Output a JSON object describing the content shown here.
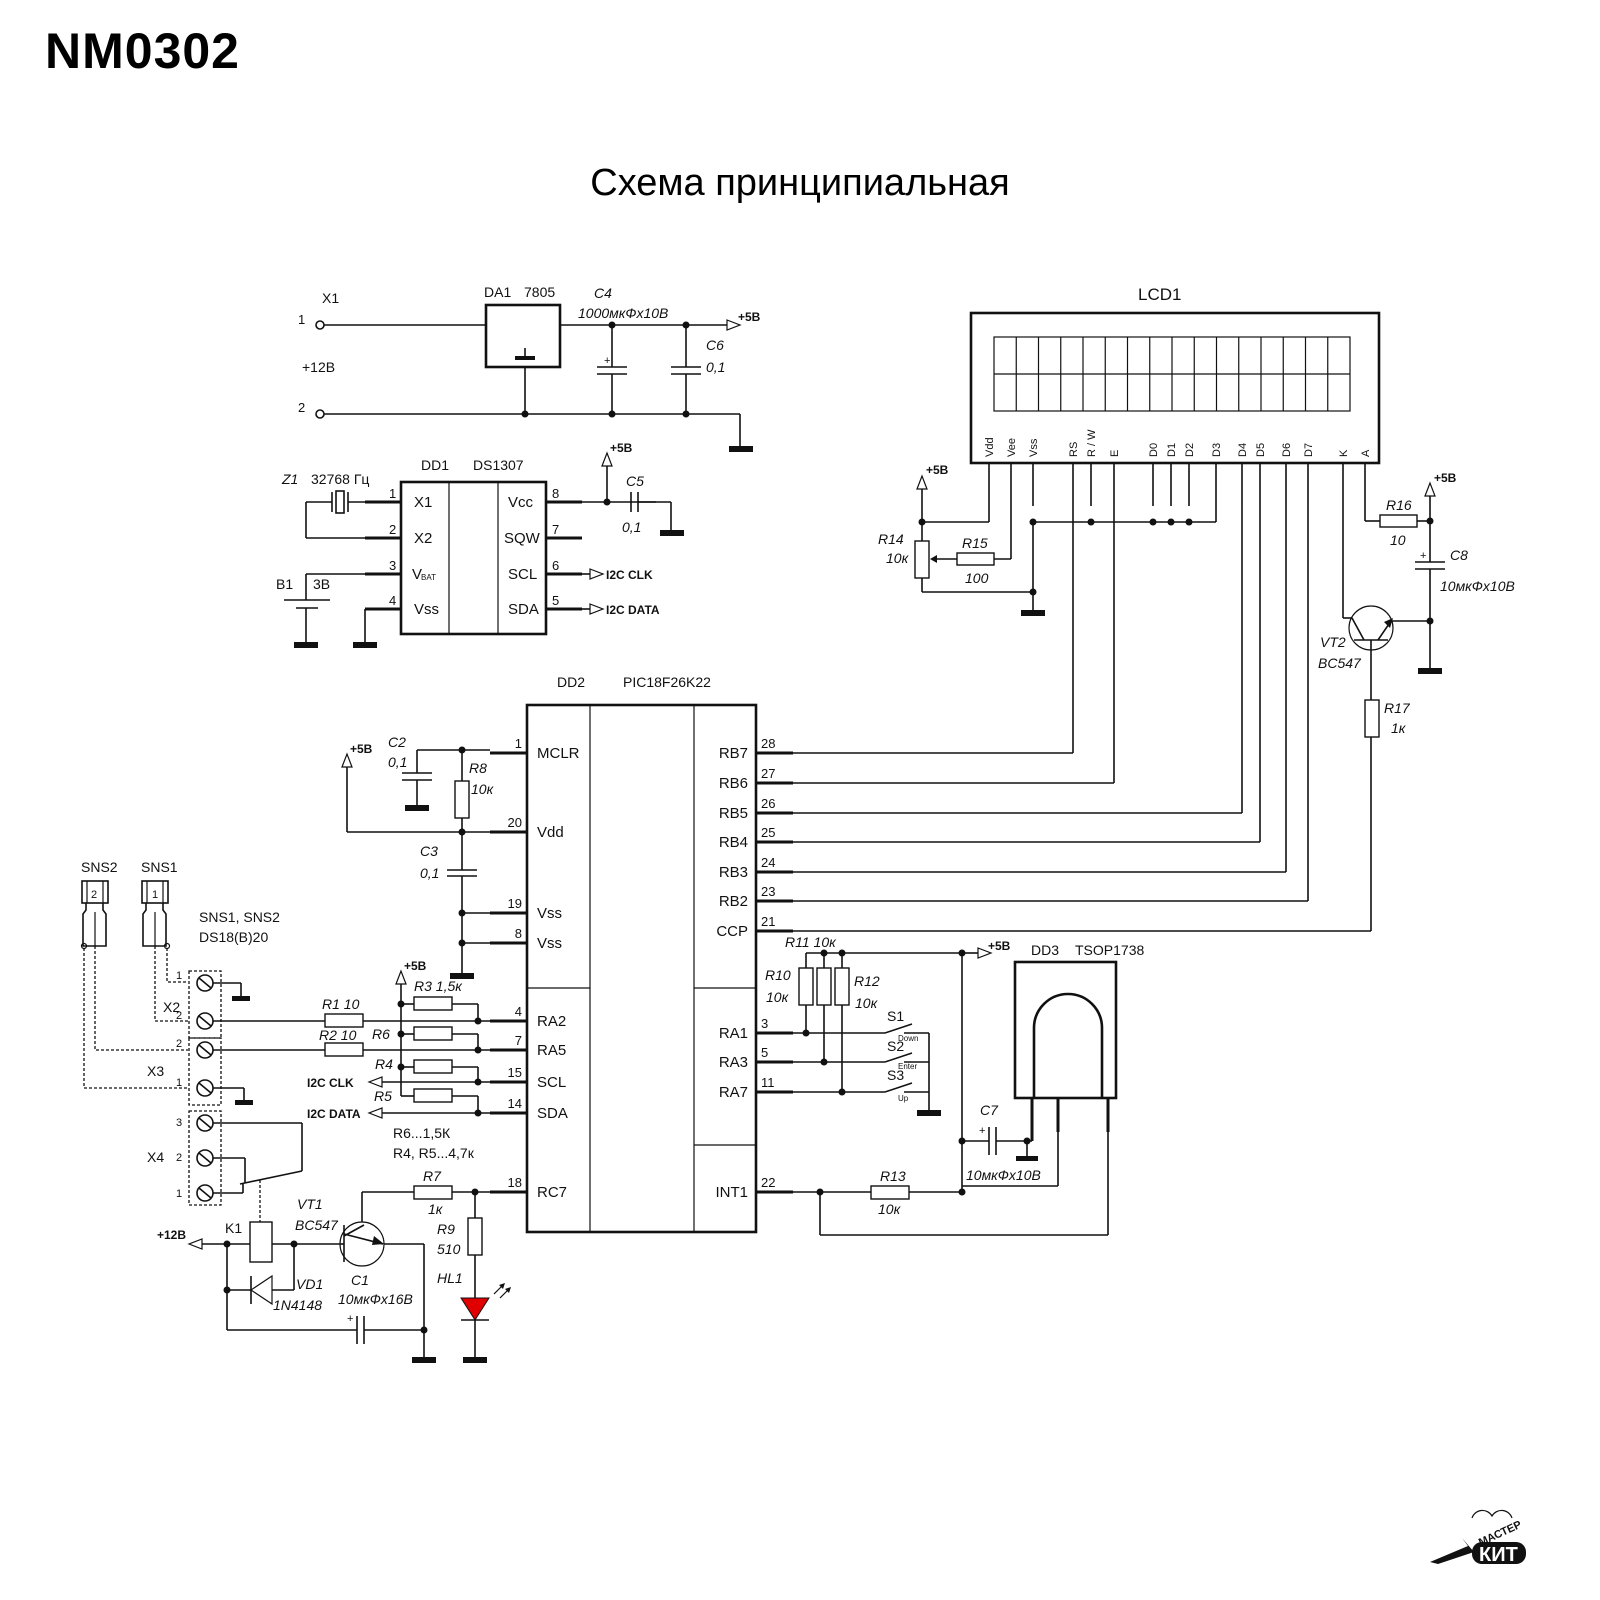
{
  "header": {
    "doc_code": "NM0302",
    "title": "Схема принципиальная"
  },
  "colors": {
    "led": "#e00000",
    "ink": "#111111",
    "background": "#ffffff"
  },
  "power": {
    "connector": "X1",
    "pin1": "1",
    "pin2": "2",
    "input_voltage": "+12В",
    "regulator_ref": "DA1",
    "regulator_part": "7805",
    "c4_ref": "C4",
    "c4_value": "1000мкФх10В",
    "c6_ref": "C6",
    "c6_value": "0,1",
    "out_rail": "+5В"
  },
  "rtc": {
    "ref": "DD1",
    "part": "DS1307",
    "crystal_ref": "Z1",
    "crystal_value": "32768 Гц",
    "battery_ref": "B1",
    "battery_value": "3В",
    "c5_ref": "C5",
    "c5_value": "0,1",
    "rail": "+5В",
    "left_pins": [
      {
        "num": "1",
        "name": "X1"
      },
      {
        "num": "2",
        "name": "X2"
      },
      {
        "num": "3",
        "name": "V",
        "sub": "BAT"
      },
      {
        "num": "4",
        "name": "Vss"
      }
    ],
    "right_pins": [
      {
        "num": "8",
        "name": "Vcc"
      },
      {
        "num": "7",
        "name": "SQW"
      },
      {
        "num": "6",
        "name": "SCL",
        "net": "I2C CLK"
      },
      {
        "num": "5",
        "name": "SDA",
        "net": "I2C DATA"
      }
    ]
  },
  "lcd": {
    "ref": "LCD1",
    "pins": [
      "Vdd",
      "Vee",
      "Vss",
      "RS",
      "R / W",
      "E",
      "D0",
      "D1",
      "D2",
      "D3",
      "D4",
      "D5",
      "D6",
      "D7",
      "K",
      "A"
    ],
    "rail_left": "+5В",
    "rail_right": "+5В",
    "r14_ref": "R14",
    "r14_value": "10к",
    "r15_ref": "R15",
    "r15_value": "100",
    "r16_ref": "R16",
    "r16_value": "10",
    "c8_ref": "C8",
    "c8_value": "10мкФх10В",
    "vt2_ref": "VT2",
    "vt2_part": "BC547",
    "r17_ref": "R17",
    "r17_value": "1к"
  },
  "mcu": {
    "ref": "DD2",
    "part": "PIC18F26K22",
    "rail": "+5В",
    "c2_ref": "C2",
    "c2_value": "0,1",
    "r8_ref": "R8",
    "r8_value": "10к",
    "c3_ref": "C3",
    "c3_value": "0,1",
    "left_pins": [
      {
        "num": "1",
        "name": "MCLR"
      },
      {
        "num": "20",
        "name": "Vdd"
      },
      {
        "num": "19",
        "name": "Vss"
      },
      {
        "num": "8",
        "name": "Vss"
      },
      {
        "num": "4",
        "name": "RA2"
      },
      {
        "num": "7",
        "name": "RA5"
      },
      {
        "num": "15",
        "name": "SCL"
      },
      {
        "num": "14",
        "name": "SDA"
      },
      {
        "num": "18",
        "name": "RC7"
      }
    ],
    "right_pins": [
      {
        "num": "28",
        "name": "RB7"
      },
      {
        "num": "27",
        "name": "RB6"
      },
      {
        "num": "26",
        "name": "RB5"
      },
      {
        "num": "25",
        "name": "RB4"
      },
      {
        "num": "24",
        "name": "RB3"
      },
      {
        "num": "23",
        "name": "RB2"
      },
      {
        "num": "21",
        "name": "CCP"
      },
      {
        "num": "3",
        "name": "RA1"
      },
      {
        "num": "5",
        "name": "RA3"
      },
      {
        "num": "11",
        "name": "RA7"
      },
      {
        "num": "22",
        "name": "INT1"
      }
    ]
  },
  "sensors": {
    "sns2": "SNS2",
    "sns1": "SNS1",
    "sns2_num": "2",
    "sns1_num": "1",
    "note_line1": "SNS1, SNS2",
    "note_line2": "DS18(B)20",
    "x2_ref": "X2",
    "x3_ref": "X3",
    "x4_ref": "X4",
    "pin1": "1",
    "pin2": "2",
    "pin3": "3",
    "r1": "R1  10",
    "r2": "R2  10",
    "r3": "R3  1,5к",
    "r6": "R6",
    "r4": "R4",
    "r5": "R5",
    "rail": "+5В",
    "i2c_clk": "I2C CLK",
    "i2c_data": "I2C DATA",
    "note_r6": "R6...1,5К",
    "note_r45": "R4, R5...4,7к"
  },
  "relay": {
    "r7_ref": "R7",
    "r7_value": "1к",
    "r9_ref": "R9",
    "r9_value": "510",
    "hl1_ref": "HL1",
    "vt1_ref": "VT1",
    "vt1_part": "BC547",
    "k1_ref": "K1",
    "vd1_ref": "VD1",
    "vd1_part": "1N4148",
    "c1_ref": "C1",
    "c1_value": "10мкФх16В",
    "rail": "+12В"
  },
  "buttons": {
    "r11": "R11  10к",
    "r10_ref": "R10",
    "r10_value": "10к",
    "r12_ref": "R12",
    "r12_value": "10к",
    "s1": "S1",
    "s1_label": "Down",
    "s2": "S2",
    "s2_label": "Enter",
    "s3": "S3",
    "s3_label": "Up",
    "rail": "+5В"
  },
  "ir": {
    "ref": "DD3",
    "part": "TSOP1738",
    "c7_ref": "C7",
    "c7_value": "10мкФх10В",
    "r13_ref": "R13",
    "r13_value": "10к"
  },
  "logo": {
    "top": "МАСТЕР",
    "bottom": "КИТ"
  }
}
